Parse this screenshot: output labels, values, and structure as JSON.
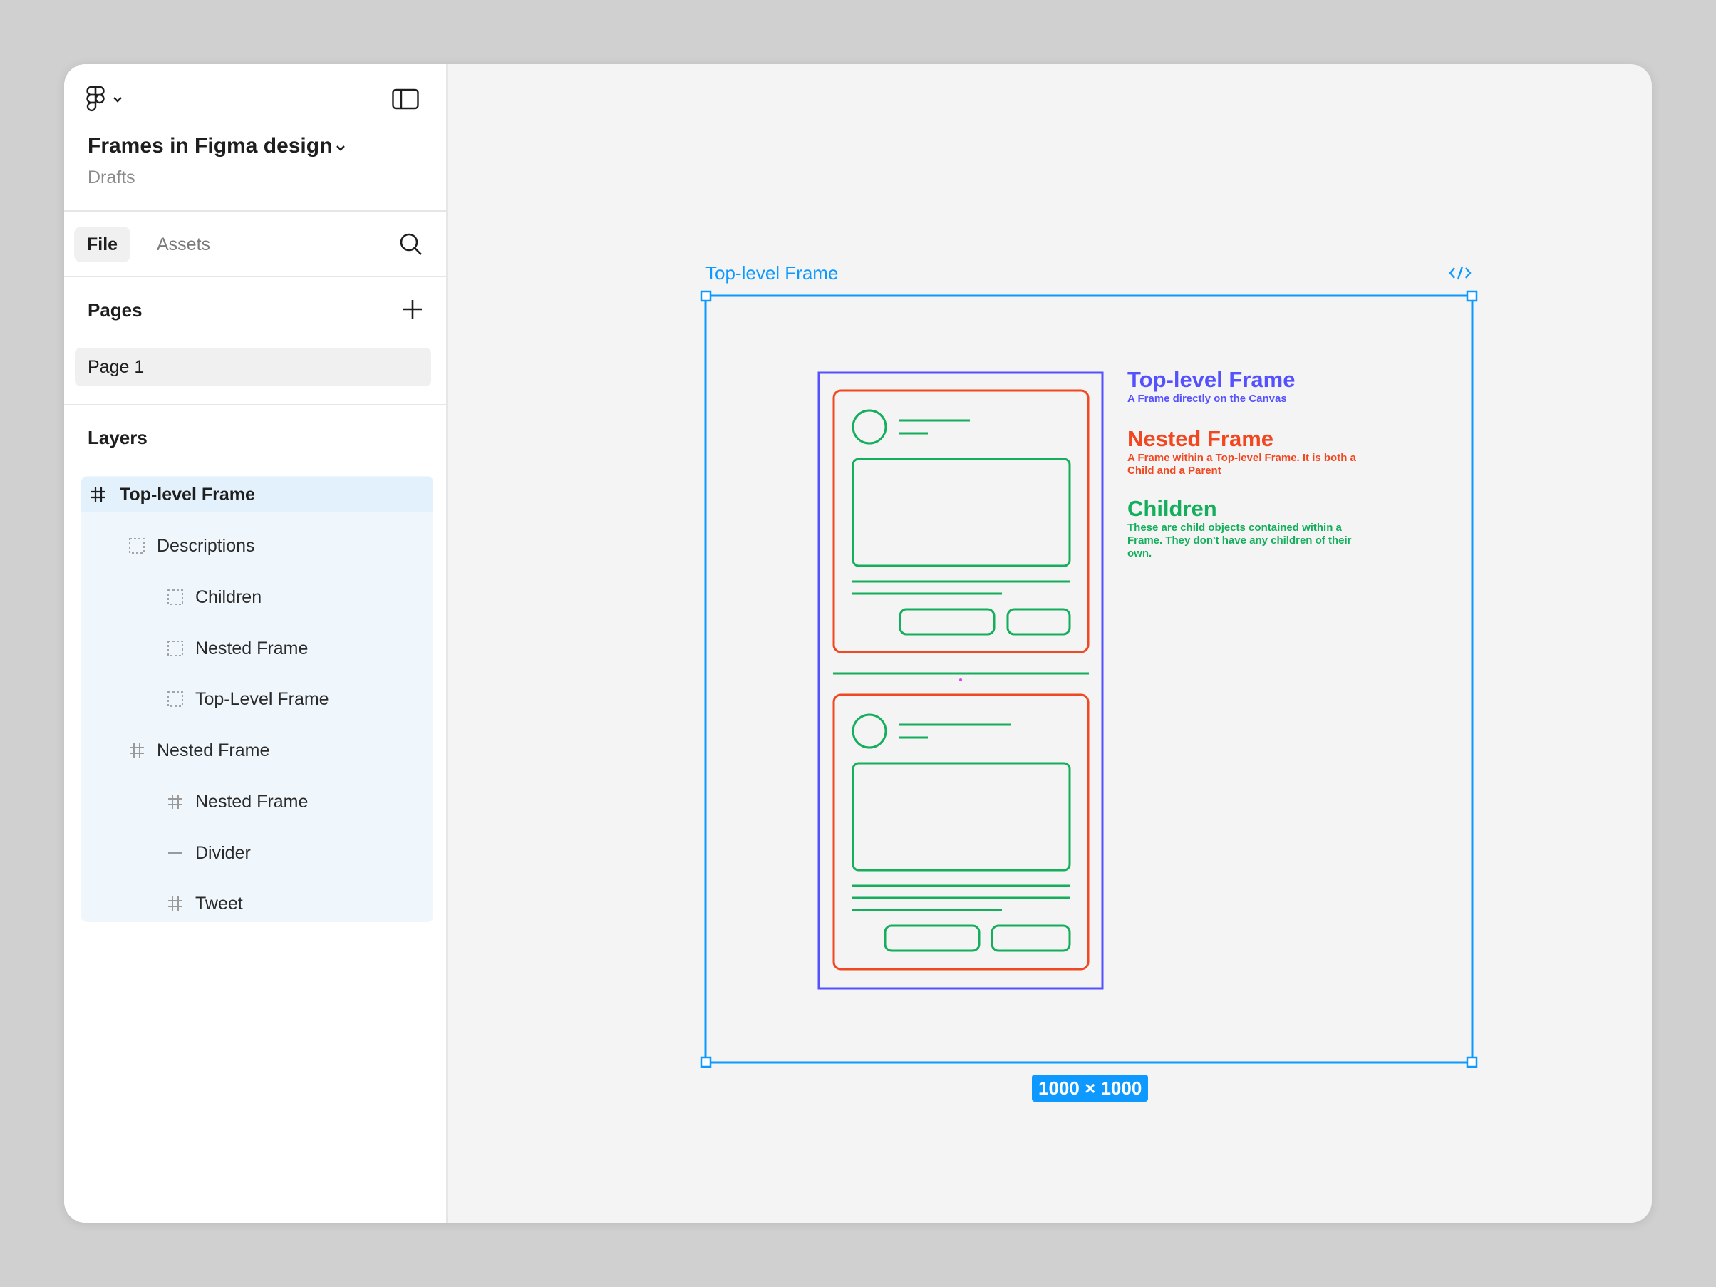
{
  "header": {
    "project_title": "Frames in Figma design",
    "location": "Drafts"
  },
  "tabs": {
    "file": "File",
    "assets": "Assets"
  },
  "pages": {
    "title": "Pages",
    "items": [
      "Page 1"
    ]
  },
  "layers": {
    "title": "Layers",
    "items": [
      {
        "label": "Top-level Frame",
        "icon": "frame-icon",
        "depth": 0,
        "selected": true
      },
      {
        "label": "Descriptions",
        "icon": "group-icon",
        "depth": 1
      },
      {
        "label": "Children",
        "icon": "group-icon",
        "depth": 2
      },
      {
        "label": "Nested Frame",
        "icon": "group-icon",
        "depth": 2
      },
      {
        "label": "Top-Level Frame",
        "icon": "group-icon",
        "depth": 2
      },
      {
        "label": "Nested Frame",
        "icon": "frame-icon",
        "depth": 1
      },
      {
        "label": "Nested Frame",
        "icon": "frame-icon",
        "depth": 2
      },
      {
        "label": "Divider",
        "icon": "line-icon",
        "depth": 2
      },
      {
        "label": "Tweet",
        "icon": "frame-icon",
        "depth": 2
      }
    ]
  },
  "canvas": {
    "frame_name": "Top-level Frame",
    "dimensions": "1000 × 1000",
    "descriptions": {
      "top_level": {
        "title": "Top-level Frame",
        "subtitle": "A Frame directly on the Canvas"
      },
      "nested": {
        "title": "Nested Frame",
        "subtitle": "A Frame within a Top-level Frame. It is both a Child and a Parent"
      },
      "children": {
        "title": "Children",
        "subtitle": "These are child objects  contained within a Frame. They don't have any children of their own."
      }
    }
  },
  "colors": {
    "selection_blue": "#0d99ff",
    "top_level": "#5551ff",
    "nested": "#f24822",
    "children": "#14ae5c"
  }
}
